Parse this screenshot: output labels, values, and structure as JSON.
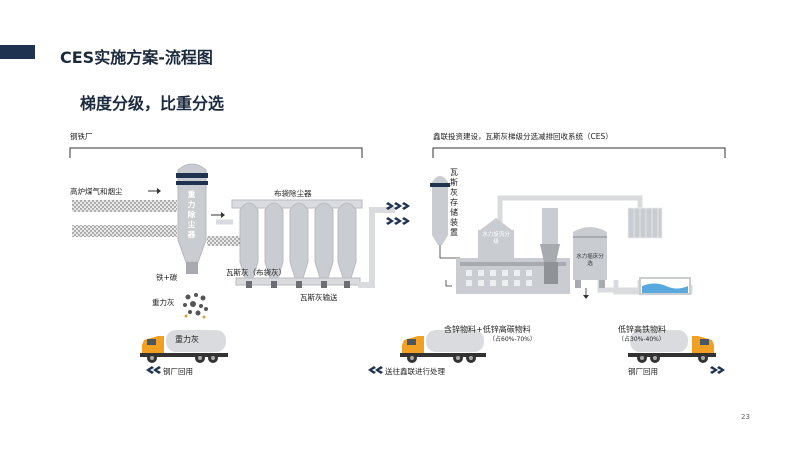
{
  "header": {
    "title": "CES实施方案-流程图",
    "subtitle": "梯度分级，比重分选"
  },
  "sections": {
    "left": "钢铁厂",
    "right": "鑫联投资建设，瓦斯灰梯级分选减排回收系统（CES）"
  },
  "left_diagram": {
    "gas_input": "高炉煤气和烟尘",
    "gravity_collector": "重力除尘器",
    "bag_filter": "布袋除尘器",
    "iron_carbon": "铁+碳",
    "gravity_ash": "重力灰",
    "gas_ash_bag": "瓦斯灰（布袋灰）",
    "gas_ash_transport": "瓦斯灰输送",
    "truck_label": "重力灰",
    "return_label": "钢厂回用"
  },
  "right_diagram": {
    "storage": "瓦斯灰存储装置",
    "hydro_sep": "水力旋流分级",
    "hydro_sort": "水力摇床分选",
    "product_zinc": "含锌物料+低锌高碳物料",
    "product_zinc_pct": "（占60%-70%）",
    "product_iron": "低锌高铁物料",
    "product_iron_pct": "（占30%-40%）",
    "send_label": "送往鑫联进行处理",
    "return_label": "钢厂回用"
  },
  "page_number": "23",
  "colors": {
    "accent": "#1f3350",
    "equipment": "#c9ccd0",
    "equipment_dark": "#a7abb0",
    "pipe": "#d9dbde",
    "truck_cab": "#f2a024",
    "arrow": "#1f3350",
    "water": "#5aa9de"
  }
}
